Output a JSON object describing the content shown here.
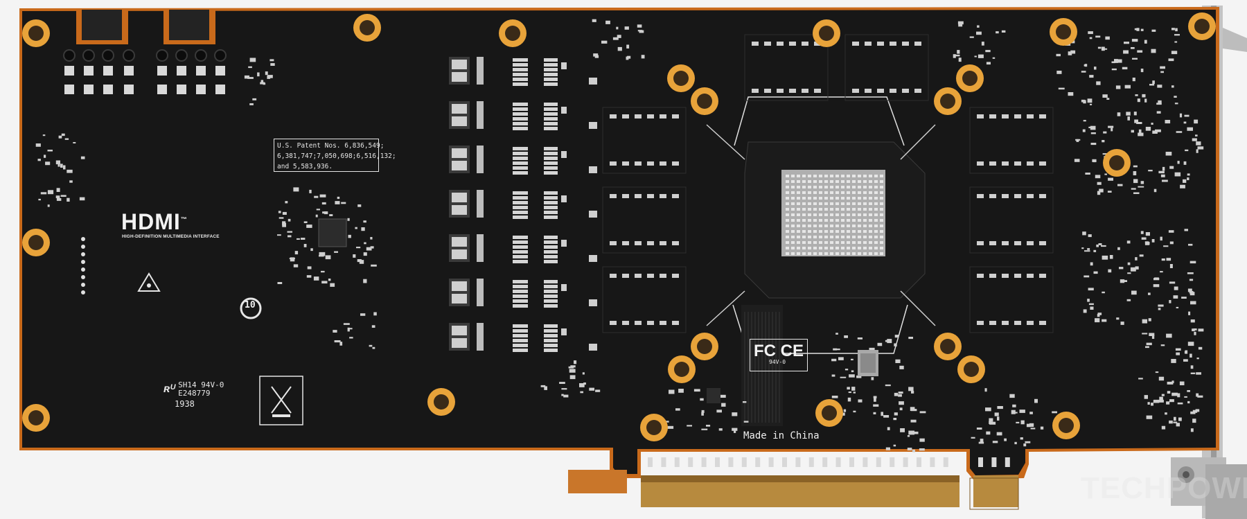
{
  "photo": {
    "subject": "Graphics card PCB, rear side",
    "colors": {
      "pcb": "#171717",
      "edge": "#c96a1b",
      "mount_ring": "#e8a33a",
      "silkscreen": "#e8e8e8",
      "gold_fingers": "#b78a3e",
      "bracket": "#c9c9c9"
    }
  },
  "silkscreen": {
    "patent_lines": [
      "U.S. Patent Nos. 6,836,549;",
      "6,381,747;7,050,698;6,516,132;",
      "and 5,583,936."
    ],
    "hdmi_logo": "HDMI",
    "hdmi_tm": "™",
    "hdmi_subtitle": "HIGH-DEFINITION MULTIMEDIA INTERFACE",
    "made_in": "Made in China",
    "fcc": "FC CE",
    "rating": "94V-0",
    "ul_line1": "SH14 94V-0",
    "ul_line2": "E248779",
    "date_code": "1938",
    "rohs": "10"
  },
  "watermark": "TECHPOWERUP"
}
